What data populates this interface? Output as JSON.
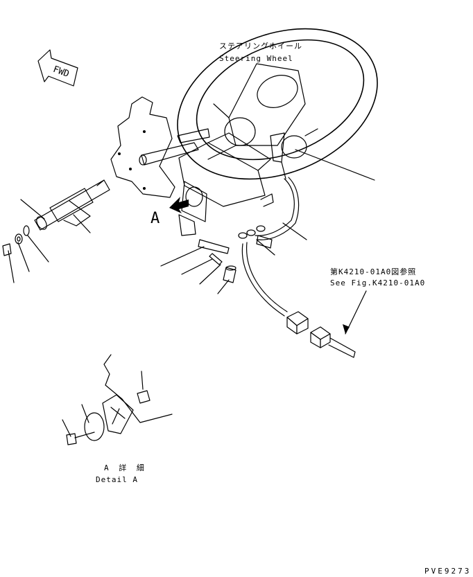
{
  "fwd_arrow": {
    "text": "FWD"
  },
  "steering_wheel": {
    "label_jp": "ステアリングホイール",
    "label_en": "Steering Wheel"
  },
  "view_marker": {
    "letter": "A"
  },
  "reference": {
    "label_jp": "第K4210-01A0図参照",
    "label_en": "See Fig.K4210-01A0"
  },
  "detail": {
    "label_jp": "A 詳 細",
    "label_en": "Detail A"
  },
  "drawing_code": "PVE9273"
}
